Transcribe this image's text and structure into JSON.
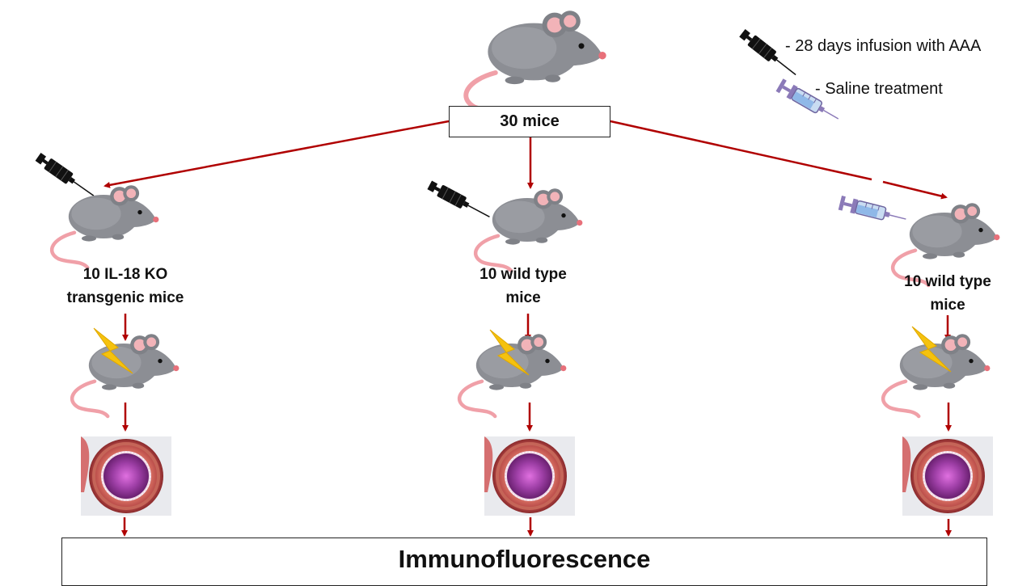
{
  "top_box": {
    "label": "30 mice"
  },
  "legend": {
    "infusion": "- 28 days infusion with AAA",
    "saline": "- Saline treatment"
  },
  "groups": [
    {
      "line1": "10 IL-18 KO",
      "line2": "transgenic mice",
      "treatment": "syringe-black-icon"
    },
    {
      "line1": "10 wild type",
      "line2": "mice",
      "treatment": "syringe-black-icon"
    },
    {
      "line1": "10 wild type",
      "line2": "mice",
      "treatment": "syringe-blue-icon"
    }
  ],
  "bottom_box": {
    "label": "Immunofluorescence"
  },
  "colors": {
    "arrow": "#b00000",
    "mouse_body": "#8c8e94",
    "mouse_ear": "#f2b3b8",
    "lightning": "#f5c20f"
  }
}
